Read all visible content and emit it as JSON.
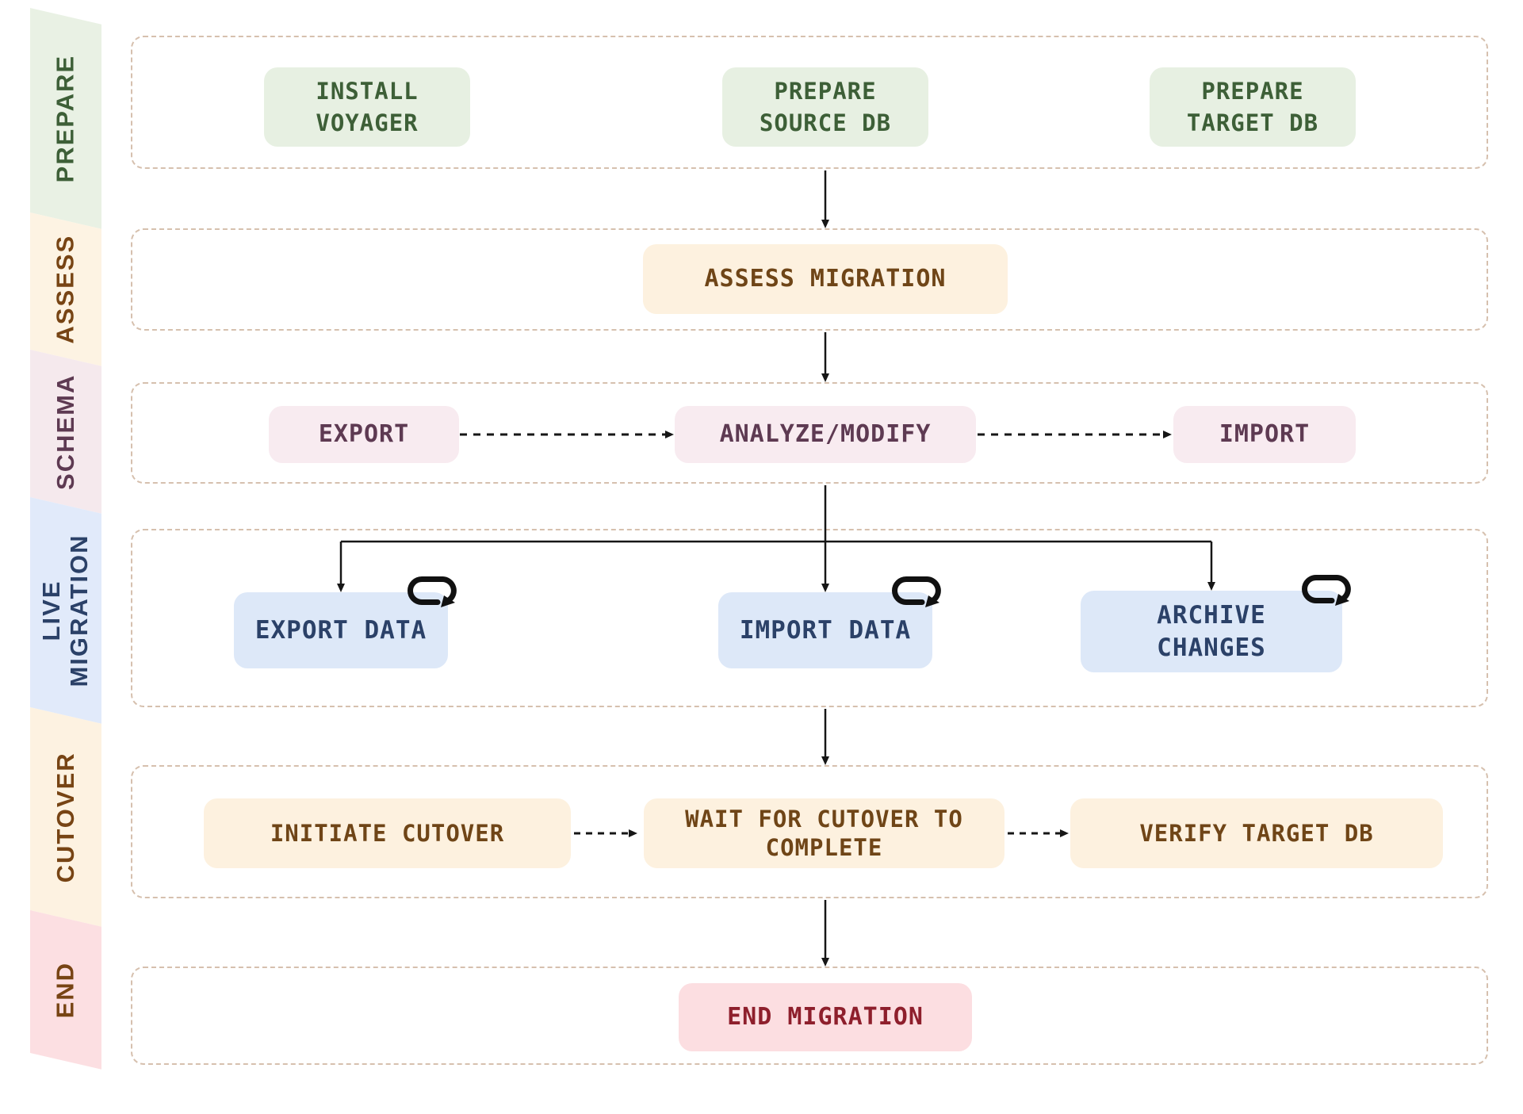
{
  "palette": {
    "background": "#ffffff",
    "row_border": "#d6c0ae",
    "arrow": "#161616",
    "prepare_bg": "#e7f0e2",
    "prepare_text": "#3d5f37",
    "assess_bg": "#fdf1df",
    "assess_text": "#6f4517",
    "schema_bg": "#f8ebf0",
    "schema_text": "#5e3a52",
    "live_bg": "#dde8f8",
    "live_text": "#2b4168",
    "end_bg": "#fcdee1",
    "end_text": "#8e1f2c"
  },
  "sidebar": {
    "bands": [
      {
        "label": "PREPARE"
      },
      {
        "label": "ASSESS"
      },
      {
        "label": "SCHEMA"
      },
      {
        "label": "LIVE\nMIGRATION"
      },
      {
        "label": "CUTOVER"
      },
      {
        "label": "END"
      }
    ]
  },
  "rows": [
    {
      "name": "prepare",
      "nodes": [
        {
          "label": "INSTALL\nVOYAGER"
        },
        {
          "label": "PREPARE\nSOURCE DB"
        },
        {
          "label": "PREPARE\nTARGET DB"
        }
      ]
    },
    {
      "name": "assess",
      "nodes": [
        {
          "label": "ASSESS MIGRATION"
        }
      ]
    },
    {
      "name": "schema",
      "nodes": [
        {
          "label": "EXPORT"
        },
        {
          "label": "ANALYZE/MODIFY"
        },
        {
          "label": "IMPORT"
        }
      ]
    },
    {
      "name": "live-migration",
      "nodes": [
        {
          "label": "EXPORT DATA"
        },
        {
          "label": "IMPORT DATA"
        },
        {
          "label": "ARCHIVE\nCHANGES"
        }
      ]
    },
    {
      "name": "cutover",
      "nodes": [
        {
          "label": "INITIATE CUTOVER"
        },
        {
          "label": "WAIT FOR CUTOVER TO\nCOMPLETE"
        },
        {
          "label": "VERIFY TARGET DB"
        }
      ]
    },
    {
      "name": "end",
      "nodes": [
        {
          "label": "END MIGRATION"
        }
      ]
    }
  ]
}
